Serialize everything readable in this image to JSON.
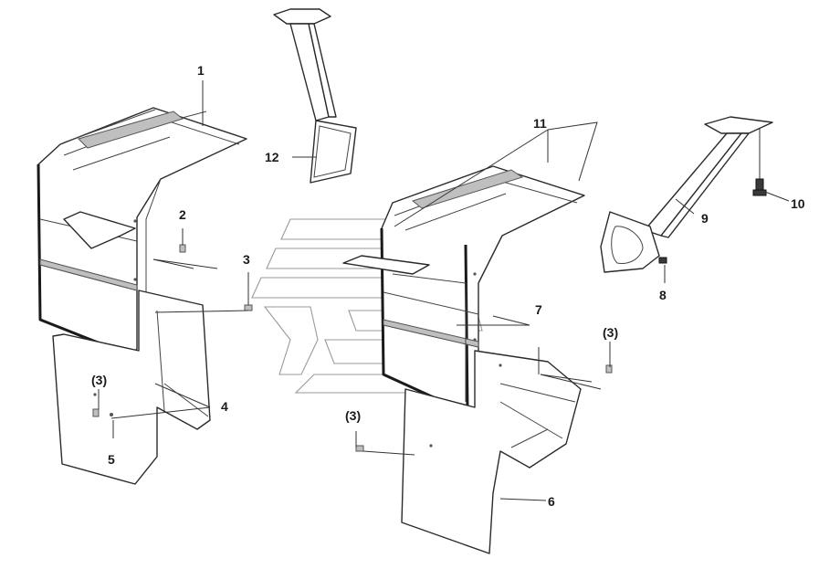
{
  "callouts": [
    {
      "id": "c1",
      "text": "1"
    },
    {
      "id": "c2",
      "text": "2"
    },
    {
      "id": "c3",
      "text": "3"
    },
    {
      "id": "c3a",
      "text": "(3)"
    },
    {
      "id": "c3b",
      "text": "(3)"
    },
    {
      "id": "c3c",
      "text": "(3)"
    },
    {
      "id": "c4",
      "text": "4"
    },
    {
      "id": "c5",
      "text": "5"
    },
    {
      "id": "c6",
      "text": "6"
    },
    {
      "id": "c7",
      "text": "7"
    },
    {
      "id": "c8",
      "text": "8"
    },
    {
      "id": "c9",
      "text": "9"
    },
    {
      "id": "c10",
      "text": "10"
    },
    {
      "id": "c11",
      "text": "11"
    },
    {
      "id": "c12",
      "text": "12"
    }
  ]
}
